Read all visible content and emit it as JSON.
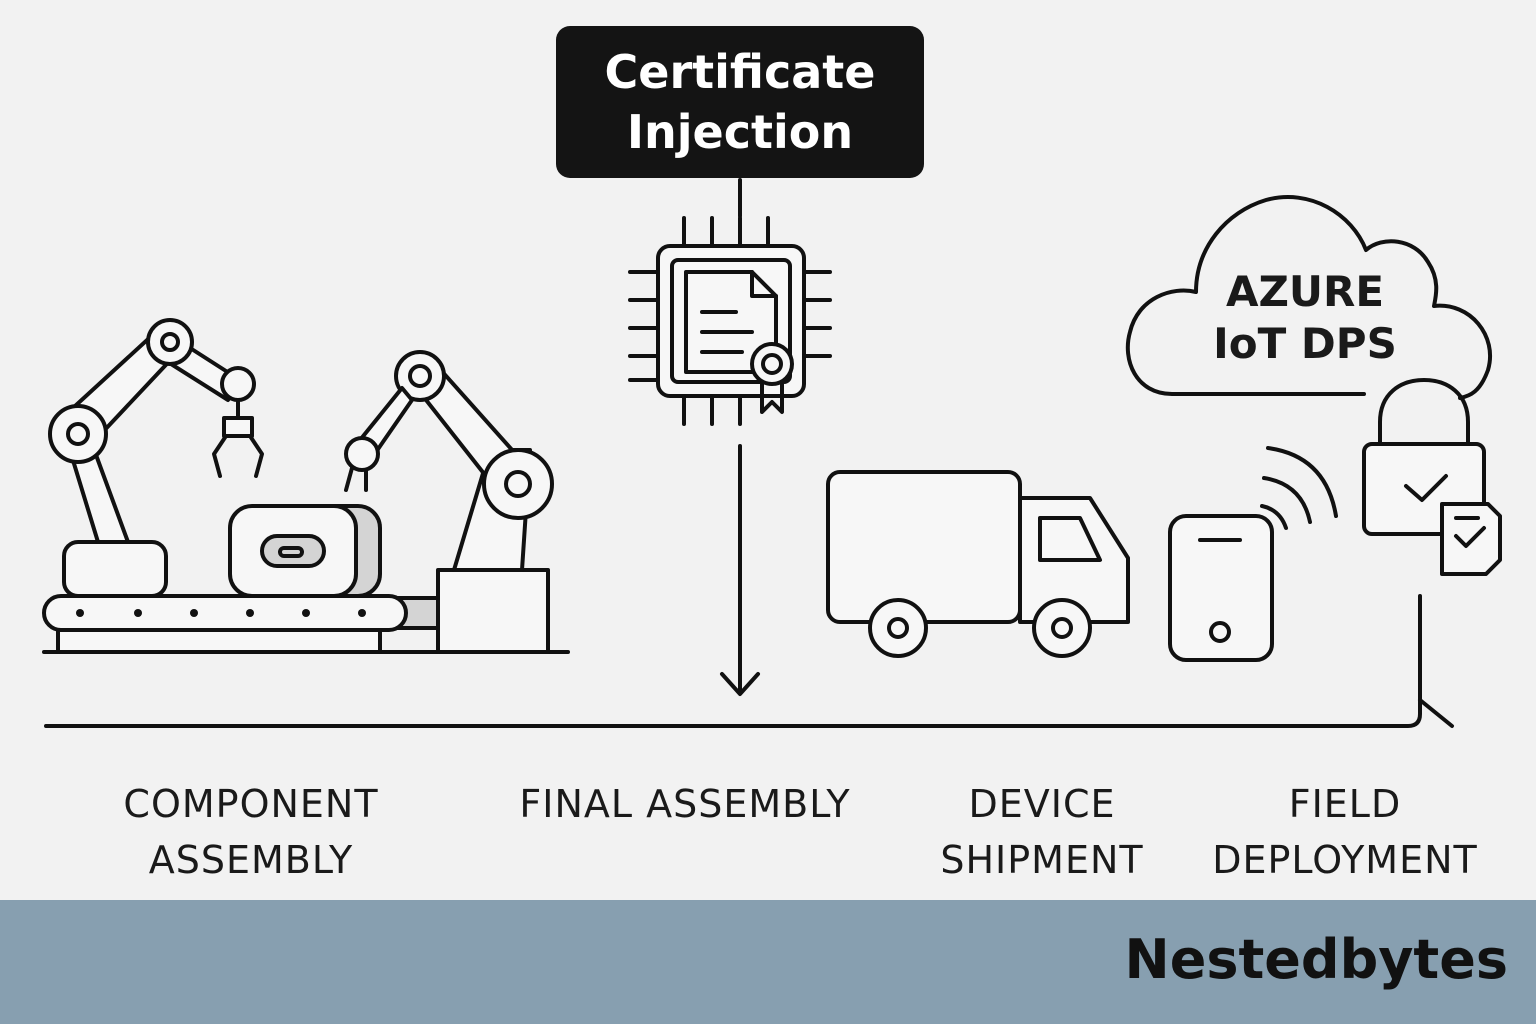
{
  "header": {
    "line1": "Certificate",
    "line2": "Injection"
  },
  "cloud": {
    "line1": "AZURE",
    "line2": "IoT DPS"
  },
  "stages": [
    {
      "line1": "COMPONENT",
      "line2": "ASSEMBLY"
    },
    {
      "line1": "FINAL ASSEMBLY",
      "line2": ""
    },
    {
      "line1": "DEVICE",
      "line2": "SHIPMENT"
    },
    {
      "line1": "FIELD",
      "line2": "DEPLOYMENT"
    }
  ],
  "footer": {
    "brand": "Nestedbytes"
  },
  "colors": {
    "background": "#f2f2f2",
    "header_box": "#141414",
    "footer_bar": "#879fb0",
    "stroke": "#111111"
  },
  "icons": [
    "robotic-arm-icon",
    "conveyor-belt-icon",
    "chip-certificate-icon",
    "truck-icon",
    "smartphone-icon",
    "wireless-signal-icon",
    "cloud-icon",
    "padlock-icon",
    "certificate-badge-icon"
  ]
}
